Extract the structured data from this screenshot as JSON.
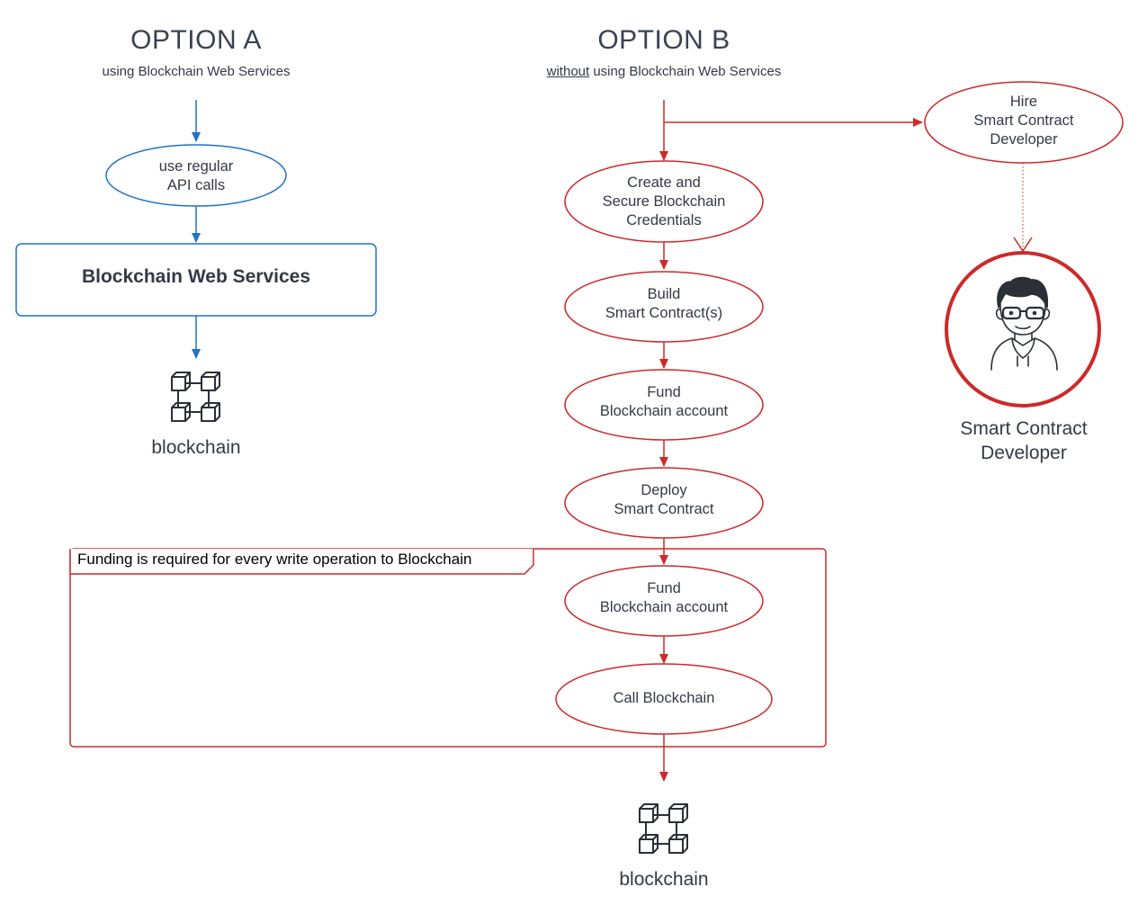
{
  "colors": {
    "blue": "#1f72c8",
    "red": "#cc2a2a",
    "text": "#333a45",
    "icon": "#2b2f36"
  },
  "option_a": {
    "title": "OPTION A",
    "subtitle": "using Blockchain Web Services",
    "api_node": "use regular\nAPI calls",
    "bws_box": "Blockchain Web Services",
    "blockchain_label": "blockchain",
    "blockchain_icon": "blockchain-cubes-icon"
  },
  "option_b": {
    "title": "OPTION B",
    "subtitle_underlined": "without",
    "subtitle_rest": " using Blockchain Web Services",
    "hire_node": "Hire\nSmart Contract\nDeveloper",
    "steps": [
      "Create and\nSecure Blockchain\nCredentials",
      "Build\nSmart Contract(s)",
      "Fund\nBlockchain account",
      "Deploy\nSmart Contract",
      "Fund\nBlockchain account",
      "Call Blockchain"
    ],
    "funding_note": "Funding is required for every write operation to Blockchain",
    "developer_label": "Smart Contract\nDeveloper",
    "developer_icon": "developer-avatar-icon",
    "blockchain_label": "blockchain",
    "blockchain_icon": "blockchain-cubes-icon"
  }
}
